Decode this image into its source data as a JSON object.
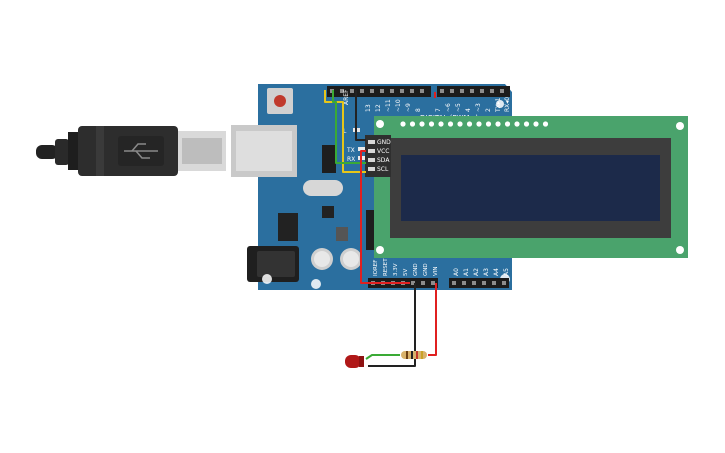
{
  "board": {
    "digital_header_label": "DIGITAL (PWM~)",
    "aref_label": "AREF",
    "digital_pins": [
      "13",
      "12",
      "~11",
      "~10",
      "~9",
      "8",
      "7",
      "~6",
      "~5",
      "4",
      "~3",
      "2",
      "TX▸1",
      "RX◂0"
    ],
    "led_labels": [
      "L",
      "TX",
      "RX"
    ],
    "power_pins": [
      "IOREF",
      "RESET",
      "3.3V",
      "5V",
      "GND",
      "GND",
      "VIN"
    ],
    "analog_pins": [
      "A0",
      "A1",
      "A2",
      "A3",
      "A4",
      "A5"
    ]
  },
  "lcd": {
    "pins": [
      "GND",
      "VCC",
      "SDA",
      "SCL"
    ]
  },
  "colors": {
    "board": "#2b6f9f",
    "lcd_pcb": "#4aa36c",
    "lcd_screen": "#1c2a4a",
    "wire_red": "#e02020",
    "wire_black": "#222222",
    "wire_yellow": "#e6c619",
    "wire_green": "#3aaa35",
    "led": "#b01818"
  }
}
